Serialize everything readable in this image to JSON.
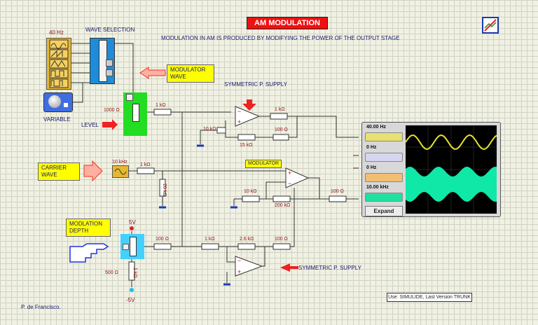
{
  "title": "AM MODULATION",
  "subtitle": "MODULATION IN AM IS PRODUCED BY MODIFYING THE POWER OF THE OUTPUT STAGE",
  "labels": {
    "freq_40hz": "40 Hz",
    "wave_selection": "WAVE SELECTION",
    "variable": "VARIABLE",
    "level": "LEVEL",
    "symmetric_top": "SYMMETRIC P. SUPPLY",
    "symmetric_bottom": "SYMMETRIC P. SUPPLY",
    "modulator": "MODULATOR",
    "freq_10khz": "10 kHz",
    "plus5v": "5V",
    "minus5v": "-5V",
    "author": "P. de Francisco.",
    "credit": "Use: SIMULIDE, Last Version TRUNK"
  },
  "callouts": {
    "modulator_wave": "MODULATOR WAVE",
    "carrier_wave": "CARRIER WAVE",
    "modulation_depth": "MODLATION DEPTH"
  },
  "resistors": {
    "pot_level": "1000 Ω",
    "r_level_out": "1 kΩ",
    "r_amp1_out": "1 kΩ",
    "r_amp1_gnd": "10 kΩ",
    "r_amp1_fb": "15 kΩ",
    "r_amp1_fb2": "100 Ω",
    "r_carrier": "1 kΩ",
    "r_carrier_gnd": "20 kΩ",
    "r_mod_gnd": "10 kΩ",
    "r_mod_fb": "200 kΩ",
    "r_mod_out": "100 Ω",
    "r_depth_out": "100 Ω",
    "r_amp2_in": "1 kΩ",
    "r_amp2_fb": "2.6 kΩ",
    "r_amp2_out": "100 Ω",
    "pot_depth": "500 Ω",
    "r_depth_low": "1 kΩ"
  },
  "oscilloscope": {
    "channels": [
      {
        "label": "40.00 Hz",
        "color": "#e8e070"
      },
      {
        "label": "0 Hz",
        "color": "#d6d6f0"
      },
      {
        "label": "0 Hz",
        "color": "#f0c070"
      },
      {
        "label": "10.00 kHz",
        "color": "#20e0a0"
      }
    ],
    "expand_label": "Expand",
    "trace_colors": {
      "modulator": "#e8e030",
      "modulated": "#10e8a8"
    }
  },
  "colors": {
    "title_bg": "#ee1111",
    "callout_bg": "#ffff00",
    "level_pot_bg": "#22dd22",
    "depth_pot_bg": "#44d0ff",
    "ground": "#1a3bb0",
    "wire": "#333333"
  }
}
